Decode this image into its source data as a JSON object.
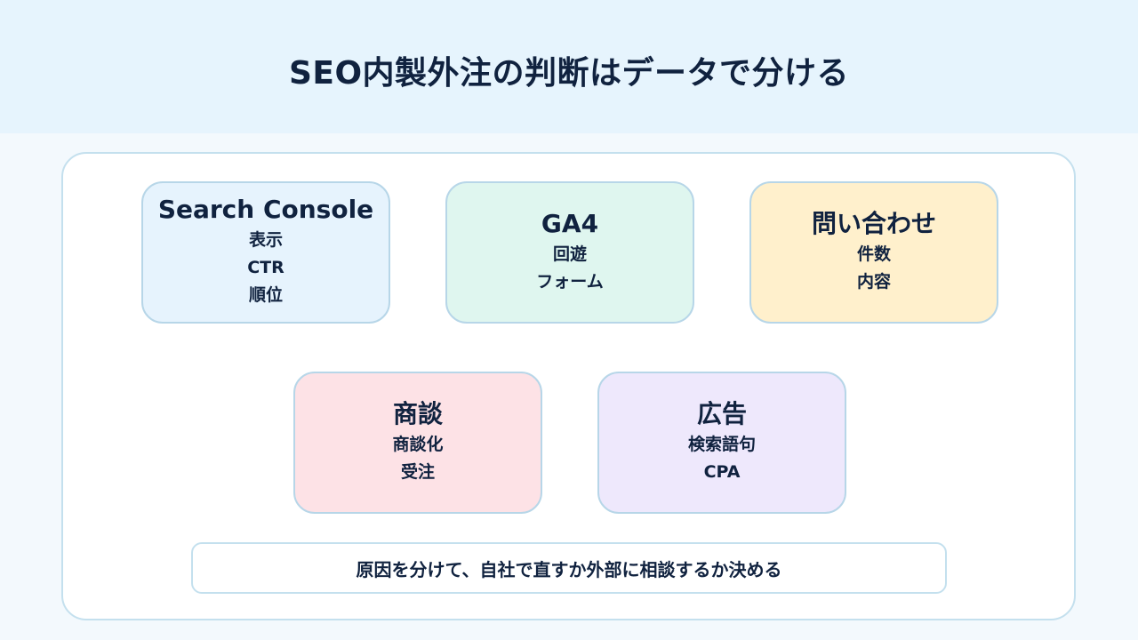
{
  "title": "SEO内製外注の判断はデータで分ける",
  "cards": [
    {
      "title": "Search Console",
      "items": [
        "表示",
        "CTR",
        "順位"
      ],
      "color": "#e6f3fd"
    },
    {
      "title": "GA4",
      "items": [
        "回遊",
        "フォーム"
      ],
      "color": "#dff6ef"
    },
    {
      "title": "問い合わせ",
      "items": [
        "件数",
        "内容"
      ],
      "color": "#fff0cc"
    },
    {
      "title": "商談",
      "items": [
        "商談化",
        "受注"
      ],
      "color": "#fde2e6"
    },
    {
      "title": "広告",
      "items": [
        "検索語句",
        "CPA"
      ],
      "color": "#eee8fc"
    }
  ],
  "footer": "原因を分けて、自社で直すか外部に相談するか決める"
}
